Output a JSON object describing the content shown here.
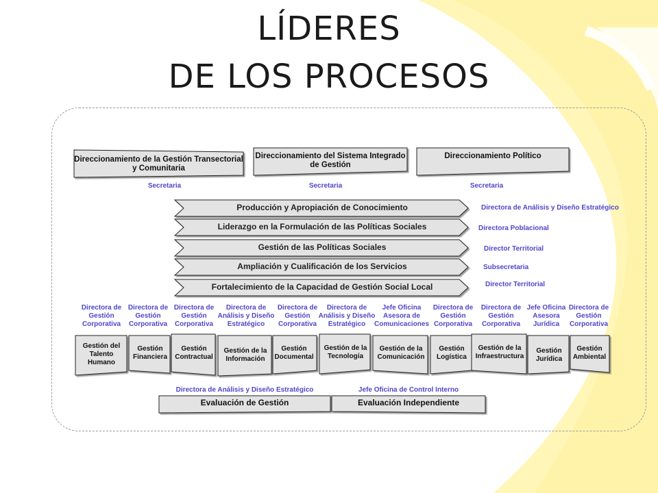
{
  "title": {
    "line1": "LÍDERES",
    "line2": "DE LOS PROCESOS"
  },
  "top_boxes": [
    {
      "label": "Direccionamiento de la Gestión Transectorial y Comunitaria",
      "owner": "Secretaria"
    },
    {
      "label": "Direccionamiento del Sistema Integrado de Gestión",
      "owner": "Secretaria"
    },
    {
      "label": "Direccionamiento Político",
      "owner": "Secretaria"
    }
  ],
  "chevrons": [
    {
      "label": "Producción y Apropiación de Conocimiento",
      "owner": "Directora de Análisis y Diseño Estratégico"
    },
    {
      "label": "Liderazgo en la Formulación de las Políticas Sociales",
      "owner": "Directora Poblacional"
    },
    {
      "label": "Gestión de las Políticas Sociales",
      "owner": "Director Territorial"
    },
    {
      "label": "Ampliación y Cualificación de los Servicios",
      "owner": "Subsecretaria"
    },
    {
      "label": "Fortalecimiento de la Capacidad de Gestión Social Local",
      "owner": "Director Territorial"
    }
  ],
  "support": [
    {
      "owner": "Directora de Gestión Corporativa",
      "label": "Gestión del Talento Humano"
    },
    {
      "owner": "Directora de Gestión Corporativa",
      "label": "Gestión Financiera"
    },
    {
      "owner": "Directora de Gestión Corporativa",
      "label": "Gestión Contractual"
    },
    {
      "owner": "Directora de Análisis y Diseño Estratégico",
      "label": "Gestión de la Información"
    },
    {
      "owner": "Directora de Gestión Corporativa",
      "label": "Gestión Documental"
    },
    {
      "owner": "Directora de Análisis y Diseño Estratégico",
      "label": "Gestión de la Tecnología"
    },
    {
      "owner": "Jefe Oficina Asesora de Comunicaciones",
      "label": "Gestión de la Comunicación"
    },
    {
      "owner": "Directora de Gestión Corporativa",
      "label": "Gestión Logística"
    },
    {
      "owner": "Directora de Gestión Corporativa",
      "label": "Gestión de la Infraestructura"
    },
    {
      "owner": "Jefe Oficina Asesora Jurídica",
      "label": "Gestión Jurídica"
    },
    {
      "owner": "Directora de Gestión Corporativa",
      "label": "Gestión Ambiental"
    }
  ],
  "evaluation": [
    {
      "owner": "Directora de Análisis y Diseño Estratégico",
      "label": "Evaluación de Gestión"
    },
    {
      "owner": "Jefe Oficina de Control Interno",
      "label": "Evaluación Independiente"
    }
  ],
  "colors": {
    "accent_yellow": "#fff3a6",
    "owner_blue": "#4f46c9",
    "box_gray": "#e3e3e3"
  }
}
